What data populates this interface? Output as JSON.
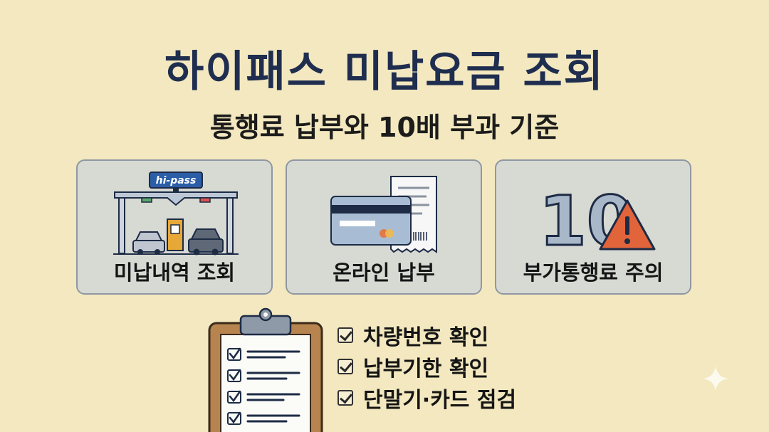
{
  "header": {
    "title": "하이패스 미납요금 조회",
    "subtitle": "통행료 납부와 10배 부과 기준"
  },
  "cards": [
    {
      "label": "미납내역 조회",
      "icon": "tollgate-icon",
      "logo_text": "hi-pass"
    },
    {
      "label": "온라인 납부",
      "icon": "card-receipt-icon"
    },
    {
      "label": "부가통행료 주의",
      "icon": "ten-warning-icon",
      "big_number": "10"
    }
  ],
  "checklist": {
    "icon": "clipboard-icon",
    "items": [
      "차량번호 확인",
      "납부기한 확인",
      "단말기·카드 점검"
    ]
  },
  "colors": {
    "background": "#f3e8bf",
    "title": "#1f2e4f",
    "card_bg": "#d7d9d3",
    "warning": "#e2643a"
  }
}
